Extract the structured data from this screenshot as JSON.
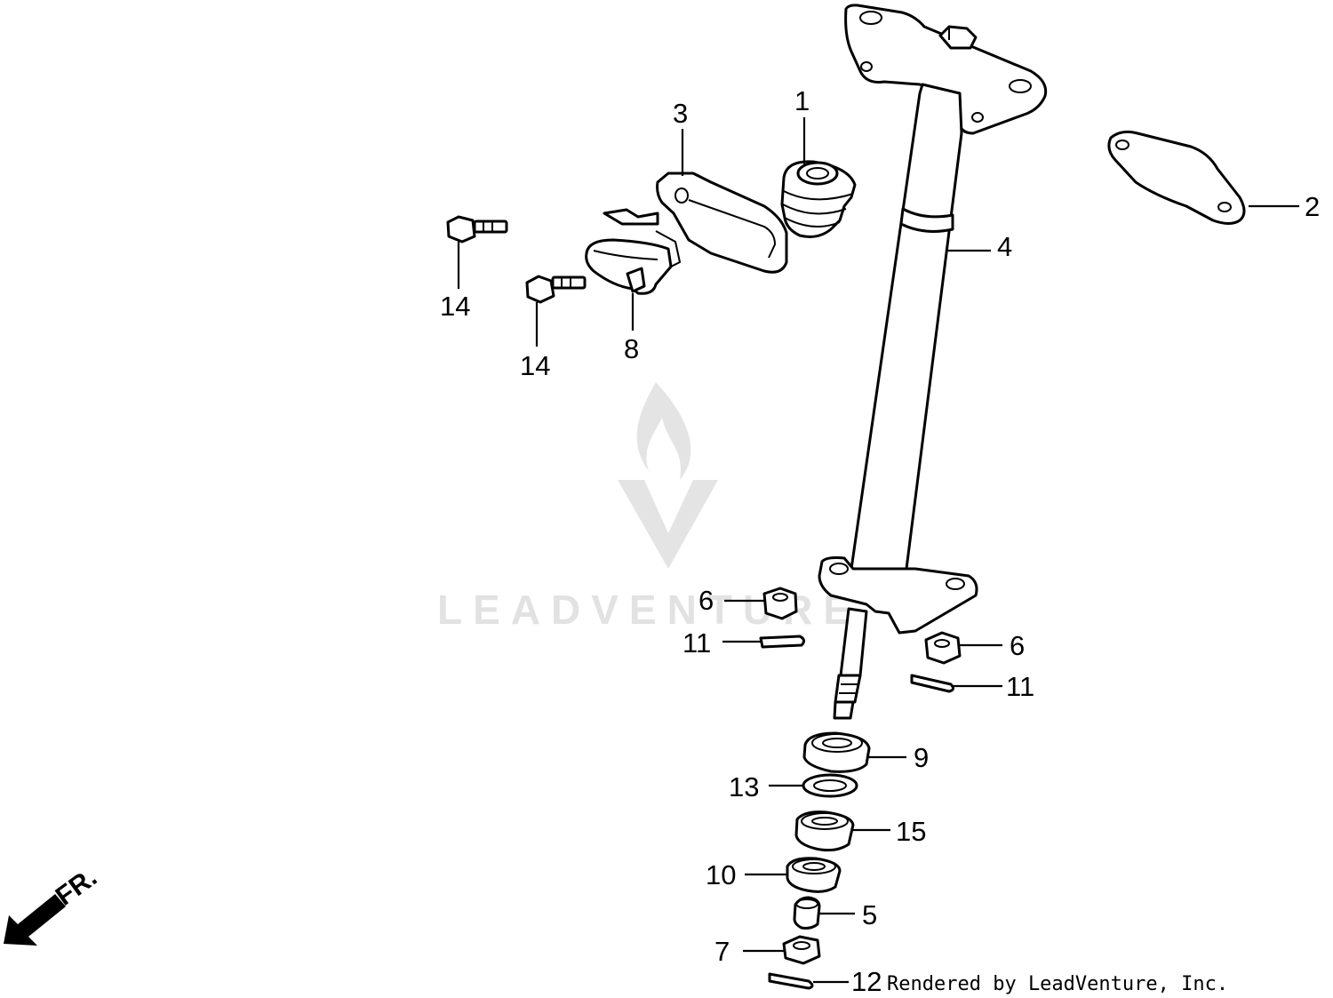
{
  "watermark": {
    "text": "LEADVENTURE"
  },
  "credit": "Rendered by LeadVenture, Inc.",
  "direction_label": "FR.",
  "callouts": {
    "p1": "1",
    "p2": "2",
    "p3": "3",
    "p4": "4",
    "p5": "5",
    "p6a": "6",
    "p6b": "6",
    "p7": "7",
    "p8": "8",
    "p9": "9",
    "p10": "10",
    "p11a": "11",
    "p11b": "11",
    "p12": "12",
    "p13": "13",
    "p14a": "14",
    "p14b": "14",
    "p15": "15"
  }
}
